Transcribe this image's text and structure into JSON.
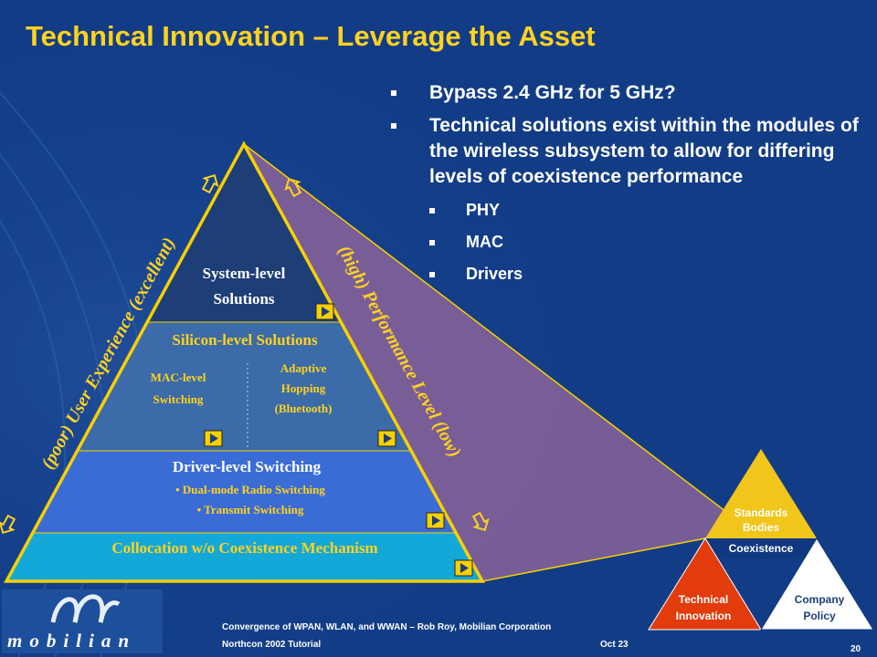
{
  "slide": {
    "title": "Technical Innovation – Leverage the Asset",
    "bullets": [
      "Bypass 2.4 GHz for 5 GHz?",
      "Technical solutions exist within the modules of the wireless subsystem to allow for differing levels of coexistence performance"
    ],
    "sub_bullets": [
      "PHY",
      "MAC",
      "Drivers"
    ]
  },
  "pyramid": {
    "apex_label": [
      "System-level",
      "Solutions"
    ],
    "silicon_label": "Silicon-level Solutions",
    "mac_label": [
      "MAC-level",
      "Switching"
    ],
    "hopping_label": [
      "Adaptive",
      "Hopping",
      "(Bluetooth)"
    ],
    "driver_label": "Driver-level Switching",
    "driver_items": [
      "• Dual-mode Radio Switching",
      "• Transmit Switching"
    ],
    "base_label": "Collocation w/o Coexistence Mechanism",
    "left_axis": "(poor) User Experience (excellent)",
    "right_axis": "(high) Performance Level (low)"
  },
  "mini_pyramid": {
    "top": [
      "Standards",
      "Bodies"
    ],
    "middle": "Coexistence",
    "left": [
      "Technical",
      "Innovation"
    ],
    "right": [
      "Company",
      "Policy"
    ]
  },
  "footer": {
    "line1": "Convergence of WPAN, WLAN, and WWAN – Rob Roy, Mobilian Corporation",
    "event": "Northcon 2002 Tutorial",
    "date": "Oct 23",
    "page": "20",
    "logo_text": "mobilian"
  },
  "colors": {
    "background": "#123c86",
    "title": "#ffd21f",
    "band_apex": "#1e3e78",
    "band_silicon": "#3b6ba8",
    "band_driver": "#3b6cd6",
    "band_base": "#14a8d8",
    "outline": "#f7d000",
    "projection": "#7d5f97",
    "mini_top": "#f2c51a",
    "mini_left": "#e23b0c",
    "mini_right": "#ffffff"
  },
  "icons": [
    "play-button-icon",
    "hollow-arrow-icon",
    "bullet-square-icon"
  ]
}
